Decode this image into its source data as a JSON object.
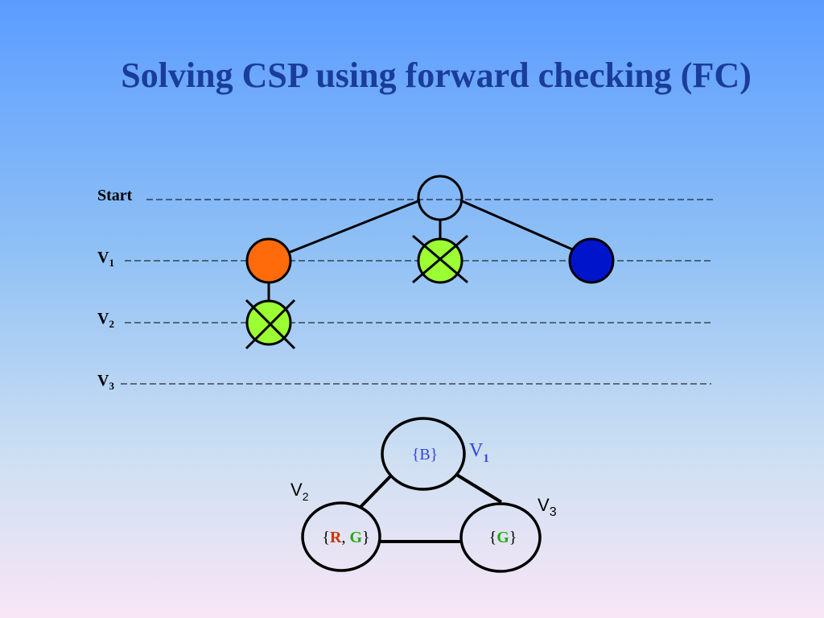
{
  "title": "Solving CSP using forward checking (FC)",
  "colors": {
    "title": "#1a3d99",
    "orange": "#ff6a0a",
    "green": "#9bff33",
    "blue": "#0014cc",
    "domain_blue": "#3344dd",
    "red": "#cc3300",
    "green_text": "#22aa11"
  },
  "search_tree": {
    "levels": [
      {
        "main": "Start",
        "sub": ""
      },
      {
        "main": "V",
        "sub": "1"
      },
      {
        "main": "V",
        "sub": "2"
      },
      {
        "main": "V",
        "sub": "3"
      }
    ],
    "nodes": [
      {
        "id": "root",
        "color": "none",
        "crossed": false
      },
      {
        "id": "v1-orange",
        "color": "orange",
        "crossed": false
      },
      {
        "id": "v1-green",
        "color": "green",
        "crossed": true
      },
      {
        "id": "v1-blue",
        "color": "blue",
        "crossed": false
      },
      {
        "id": "v2-green",
        "color": "green",
        "crossed": true
      }
    ]
  },
  "constraint_graph": {
    "v1": {
      "name": "V",
      "sub": "1",
      "domain_open": "{",
      "domain_values": [
        "B"
      ],
      "domain_close": "}"
    },
    "v2": {
      "name": "V",
      "sub": "2",
      "domain_open": "{",
      "domain_values": [
        "R",
        "G"
      ],
      "domain_sep": ", ",
      "domain_close": "}"
    },
    "v3": {
      "name": "V",
      "sub": "3",
      "domain_open": "{",
      "domain_values": [
        "G"
      ],
      "domain_close": "}"
    }
  }
}
